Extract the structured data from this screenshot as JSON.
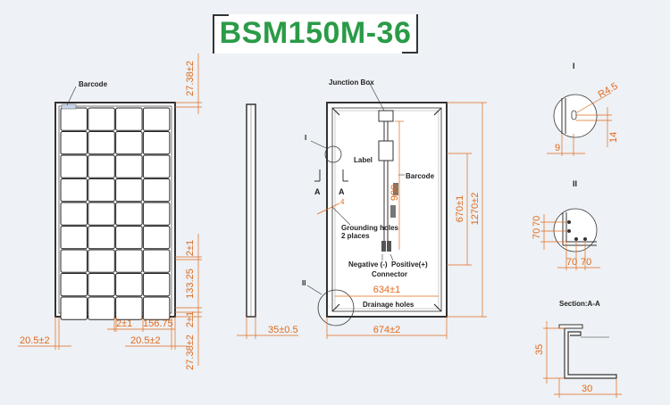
{
  "title": "BSM150M-36",
  "colors": {
    "accent": "#e06a1c",
    "title_green": "#2a9b47",
    "panel_stroke": "#333333"
  },
  "front_view": {
    "labels": {
      "barcode": "Barcode"
    },
    "dims": {
      "top_margin": "27.38±2",
      "right_gap": "2±1",
      "right_cell": "133.25",
      "right_bottom": "2±1",
      "cell_width_gap": "2±1",
      "cell_width": "156.75",
      "left_edge": "20.5±2",
      "bottom_left": "20.5±2",
      "bottom_margin": "27.38±2"
    }
  },
  "side_view": {
    "dims": {
      "thickness": "35±0.5"
    }
  },
  "back_view": {
    "labels": {
      "junction_box": "Junction Box",
      "label": "Label",
      "barcode": "Barcode",
      "grounding": "Grounding holes",
      "grounding2": "2 places",
      "hole_dia": "4",
      "negative": "Negative (-)",
      "positive": "Positive(+)",
      "connector": "Connector",
      "drainage": "Drainage holes",
      "detail1": "I",
      "detail2": "II",
      "section_a": "A"
    },
    "dims": {
      "cable": "900",
      "mount_h": "670±1",
      "total_h": "1270±2",
      "mount_w": "634±1",
      "total_w": "674±2"
    }
  },
  "detail_I": {
    "title": "I",
    "dims": {
      "radius": "R4.5",
      "offset": "9",
      "height": "14"
    }
  },
  "detail_II": {
    "title": "II",
    "dims": {
      "v1": "70",
      "v2": "70",
      "h1": "70",
      "h2": "70"
    }
  },
  "section_AA": {
    "title": "Section:A-A",
    "dims": {
      "height": "35",
      "width": "30"
    }
  }
}
